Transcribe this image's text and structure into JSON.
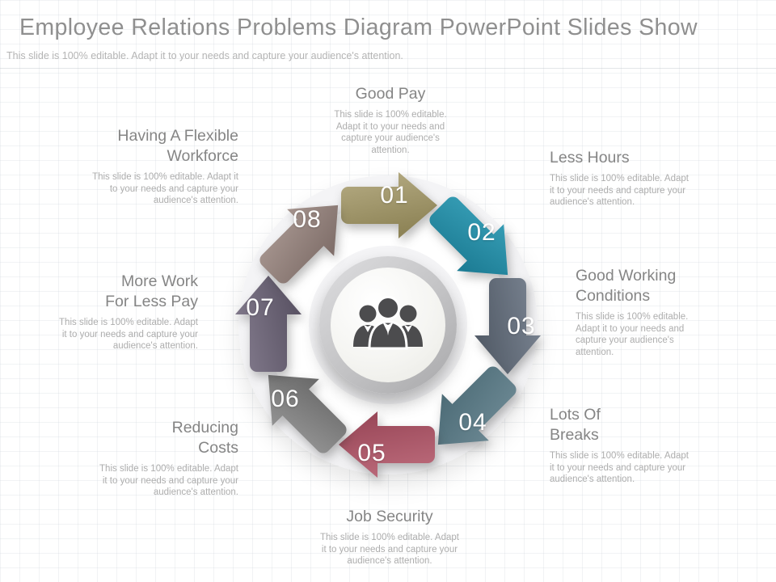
{
  "slide": {
    "title": "Employee Relations Problems Diagram PowerPoint Slides Show",
    "subtitle": "This slide is 100% editable. Adapt it to your needs and capture your audience's attention."
  },
  "diagram": {
    "center_icon": "team-group-icon",
    "icon_color": "#4c4c4e",
    "items": [
      {
        "number": "01",
        "label": "Good Pay",
        "description": "This slide is 100% editable. Adapt it to your needs and capture your audience's attention.",
        "color_light": "#b7ad85",
        "color_dark": "#8e8457"
      },
      {
        "number": "02",
        "label": "Less Hours",
        "description": "This slide is 100% editable. Adapt it to your needs and capture your audience's attention.",
        "color_light": "#3aa2ba",
        "color_dark": "#1d7d95"
      },
      {
        "number": "03",
        "label": "Good Working Conditions",
        "description": "This slide is 100% editable. Adapt it to your needs and capture your audience's attention.",
        "color_light": "#7d8795",
        "color_dark": "#545d69"
      },
      {
        "number": "04",
        "label": "Lots Of Breaks",
        "description": "This slide is 100% editable. Adapt it to your needs and capture your audience's attention.",
        "color_light": "#6f8b96",
        "color_dark": "#4f6e79"
      },
      {
        "number": "05",
        "label": "Job Security",
        "description": "This slide is 100% editable. Adapt it to your needs and capture your audience's attention.",
        "color_light": "#bf6e7e",
        "color_dark": "#9c4a5b"
      },
      {
        "number": "06",
        "label": "Reducing Costs",
        "description": "This slide is 100% editable. Adapt it to your needs and capture your audience's attention.",
        "color_light": "#9a9a9a",
        "color_dark": "#6c6c6c"
      },
      {
        "number": "07",
        "label": "More Work For Less Pay",
        "description": "This slide is 100% editable. Adapt it to your needs and capture your audience's attention.",
        "color_light": "#867e90",
        "color_dark": "#5c5566"
      },
      {
        "number": "08",
        "label": "Having A Flexible Workforce",
        "description": "This slide is 100% editable. Adapt it to your needs and capture your audience's attention.",
        "color_light": "#ab9a94",
        "color_dark": "#81706b"
      }
    ]
  }
}
